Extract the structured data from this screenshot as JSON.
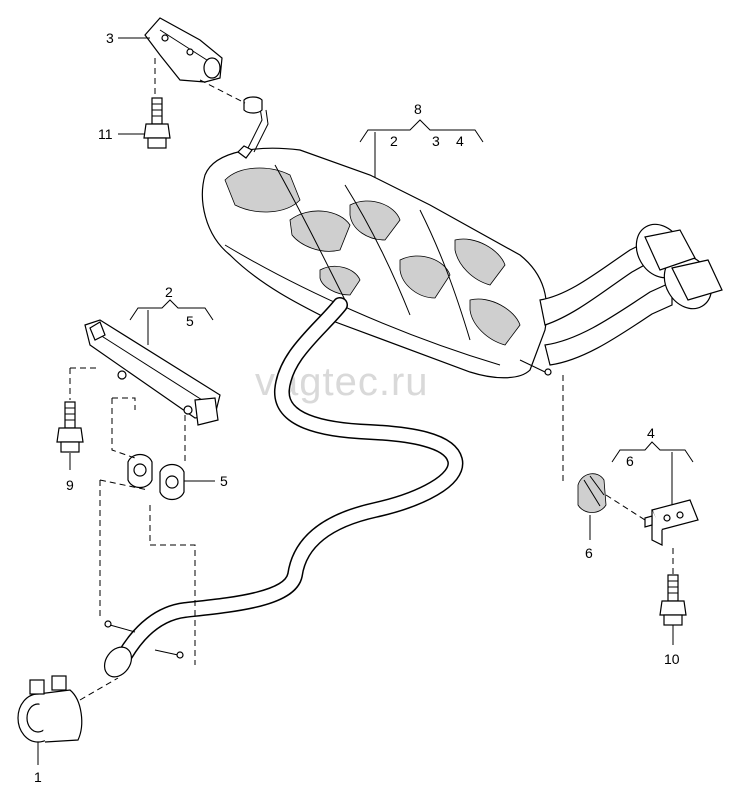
{
  "watermark": "vagtec.ru",
  "callouts": {
    "c1": "1",
    "c2_top": "2",
    "c3_top": "3",
    "c4_top": "4",
    "c8": "8",
    "c2_bracket": "2",
    "c5_bracket": "5",
    "c3_left": "3",
    "c11": "11",
    "c9": "9",
    "c5_right": "5",
    "c4_hanger": "4",
    "c6_hanger": "6",
    "c6": "6",
    "c10": "10"
  }
}
